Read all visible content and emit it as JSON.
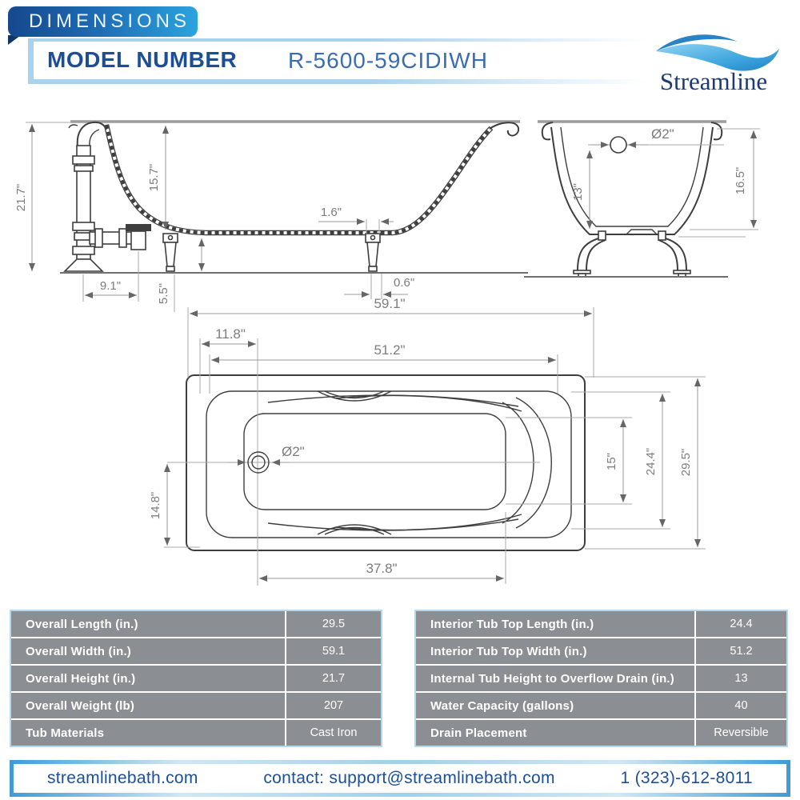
{
  "header": {
    "banner_title": "DIMENSIONS",
    "model_label": "MODEL NUMBER",
    "model_number": "R-5600-59CIDIWH"
  },
  "logo": {
    "brand": "Streamline"
  },
  "drawing": {
    "side_view": {
      "overall_height": "21.7\"",
      "interior_depth": "15.7\"",
      "drain_offset": "9.1\"",
      "floor_clearance": "5.5\"",
      "leg_top_width": "1.6\"",
      "leg_foot_width": "0.6\""
    },
    "end_view": {
      "drain_diameter": "Ø2\"",
      "drain_height": "13\"",
      "rim_to_base_height": "16.5\""
    },
    "top_view": {
      "overall_width": "59.1\"",
      "drain_from_left": "11.8\"",
      "interior_top_width": "51.2\"",
      "drain_diameter": "Ø2\"",
      "drain_from_front": "14.8\"",
      "floor_end_length": "15\"",
      "interior_top_length": "24.4\"",
      "overall_length": "29.5\"",
      "drain_to_floor_end": "37.8\""
    }
  },
  "spec_tables": {
    "left": {
      "rows": [
        {
          "label": "Overall Length (in.)",
          "value": "29.5"
        },
        {
          "label": "Overall Width (in.)",
          "value": "59.1"
        },
        {
          "label": "Overall Height (in.)",
          "value": "21.7"
        },
        {
          "label": "Overall Weight (lb)",
          "value": "207"
        },
        {
          "label": "Tub Materials",
          "value": "Cast Iron"
        }
      ]
    },
    "right": {
      "rows": [
        {
          "label": "Interior Tub Top Length (in.)",
          "value": "24.4"
        },
        {
          "label": "Interior Tub Top Width (in.)",
          "value": "51.2"
        },
        {
          "label": "Internal Tub Height to Overflow Drain (in.)",
          "value": "13"
        },
        {
          "label": "Water Capacity (gallons)",
          "value": "40"
        },
        {
          "label": "Drain Placement",
          "value": "Reversible"
        }
      ]
    }
  },
  "footer": {
    "website": "streamlinebath.com",
    "contact": "contact: support@streamlinebath.com",
    "phone": "1 (323)-612-8011"
  },
  "colors": {
    "navy": "#1b4e96",
    "model_blue": "#3a6cb4",
    "banner_gradient_start": "#16488c",
    "banner_gradient_end": "#2ba4de",
    "light_blue_border": "#abd3ee",
    "table_row_gray": "#8b8e92",
    "dim_gray": "#7d7d7d"
  }
}
